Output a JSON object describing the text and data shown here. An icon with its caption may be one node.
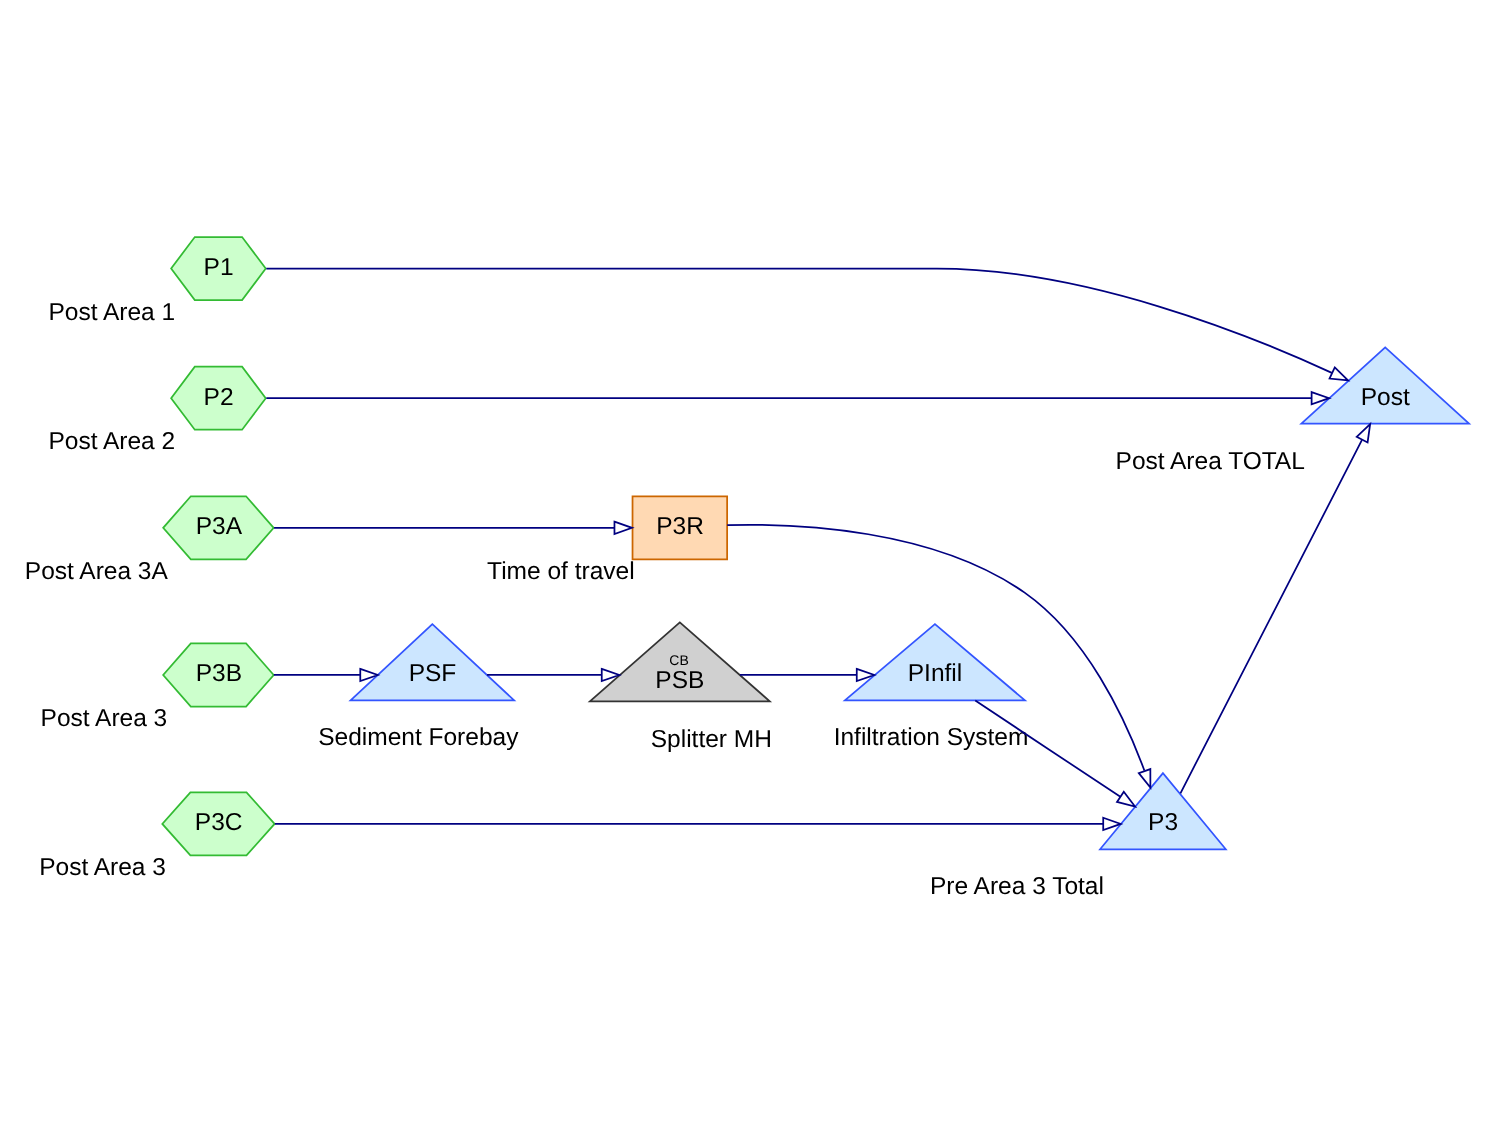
{
  "diagram": {
    "nodes": [
      {
        "text": [
          "P1"
        ],
        "beside": [
          "Post Area 1"
        ]
      },
      {
        "text": [
          "P2"
        ],
        "beside": [
          "Post Area 2"
        ]
      },
      {
        "text": [
          "P3A"
        ],
        "beside": [
          "Post Area 3A"
        ]
      },
      {
        "text": [
          "P3R"
        ],
        "beside": [
          "Time of travel"
        ]
      },
      {
        "text": [
          "Post"
        ],
        "beside": [
          "Post Area TOTAL"
        ]
      },
      {
        "text": [
          "P3B"
        ],
        "beside": [
          "Post Area 3"
        ]
      },
      {
        "text": [
          "PSF"
        ],
        "beside": [
          "Sediment Forebay"
        ]
      },
      {
        "text": [
          "CB",
          "PSB"
        ],
        "beside": [
          "Splitter MH"
        ]
      },
      {
        "text": [
          "PInfil"
        ],
        "beside": [
          "Infiltration System"
        ]
      },
      {
        "text": [
          "P3"
        ],
        "beside": [
          "Pre Area 3 Total"
        ]
      },
      {
        "text": [
          "P3C"
        ],
        "beside": [
          "Post Area 3"
        ]
      }
    ],
    "edges": [
      {
        "from": 0,
        "to": 4,
        "arrow": "to"
      },
      {
        "from": 1,
        "to": 4,
        "arrow": "to"
      },
      {
        "from": 2,
        "to": 3,
        "arrow": "to"
      },
      {
        "from": 3,
        "to": 9,
        "arrow": "to"
      },
      {
        "from": 5,
        "to": 6,
        "arrow": "to"
      },
      {
        "from": 6,
        "to": 7,
        "arrow": "to"
      },
      {
        "from": 7,
        "to": 8,
        "arrow": "to"
      },
      {
        "from": 8,
        "to": 9,
        "arrow": "to"
      },
      {
        "from": 10,
        "to": 9,
        "arrow": "to"
      },
      {
        "from": 9,
        "to": 4,
        "arrow": "to"
      }
    ]
  }
}
